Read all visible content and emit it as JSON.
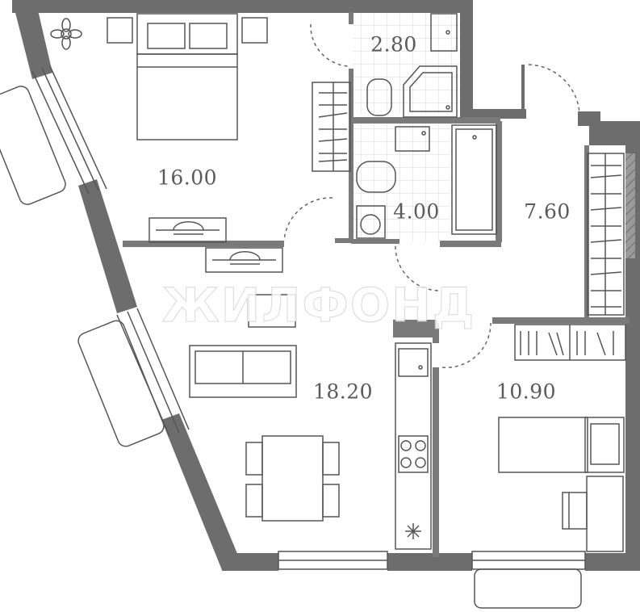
{
  "rooms": [
    {
      "name": "bedroom",
      "area": "16.00"
    },
    {
      "name": "toilet",
      "area": "2.80"
    },
    {
      "name": "bathroom",
      "area": "4.00"
    },
    {
      "name": "hallway",
      "area": "7.60"
    },
    {
      "name": "living-kitchen",
      "area": "18.20"
    },
    {
      "name": "second-bedroom",
      "area": "10.90"
    }
  ],
  "watermark": "ЖИЛФОНД",
  "colors": {
    "wall": "#6d6d6d",
    "line": "#555555",
    "tile": "#d8d8d8"
  }
}
